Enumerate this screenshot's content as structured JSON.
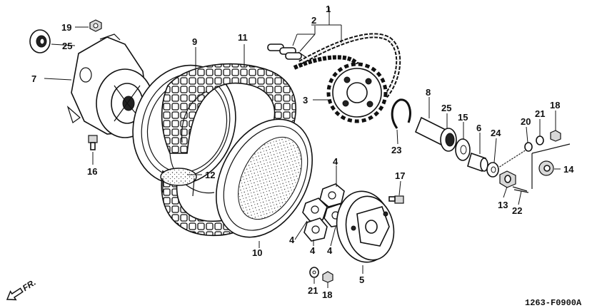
{
  "diagram": {
    "code": "1263-F0900A",
    "direction": "FR.",
    "callouts": [
      {
        "id": "c1",
        "text": "1"
      },
      {
        "id": "c2",
        "text": "2"
      },
      {
        "id": "c3",
        "text": "3"
      },
      {
        "id": "c4a",
        "text": "4"
      },
      {
        "id": "c4b",
        "text": "4"
      },
      {
        "id": "c4c",
        "text": "4"
      },
      {
        "id": "c4d",
        "text": "4"
      },
      {
        "id": "c5",
        "text": "5"
      },
      {
        "id": "c6",
        "text": "6"
      },
      {
        "id": "c7",
        "text": "7"
      },
      {
        "id": "c8",
        "text": "8"
      },
      {
        "id": "c9",
        "text": "9"
      },
      {
        "id": "c10",
        "text": "10"
      },
      {
        "id": "c11",
        "text": "11"
      },
      {
        "id": "c12",
        "text": "12"
      },
      {
        "id": "c13",
        "text": "13"
      },
      {
        "id": "c14",
        "text": "14"
      },
      {
        "id": "c15",
        "text": "15"
      },
      {
        "id": "c16",
        "text": "16"
      },
      {
        "id": "c17",
        "text": "17"
      },
      {
        "id": "c18a",
        "text": "18"
      },
      {
        "id": "c18b",
        "text": "18"
      },
      {
        "id": "c19",
        "text": "19"
      },
      {
        "id": "c20",
        "text": "20"
      },
      {
        "id": "c21a",
        "text": "21"
      },
      {
        "id": "c21b",
        "text": "21"
      },
      {
        "id": "c22",
        "text": "22"
      },
      {
        "id": "c23",
        "text": "23"
      },
      {
        "id": "c24",
        "text": "24"
      },
      {
        "id": "c25a",
        "text": "25"
      },
      {
        "id": "c25b",
        "text": "25"
      }
    ]
  }
}
